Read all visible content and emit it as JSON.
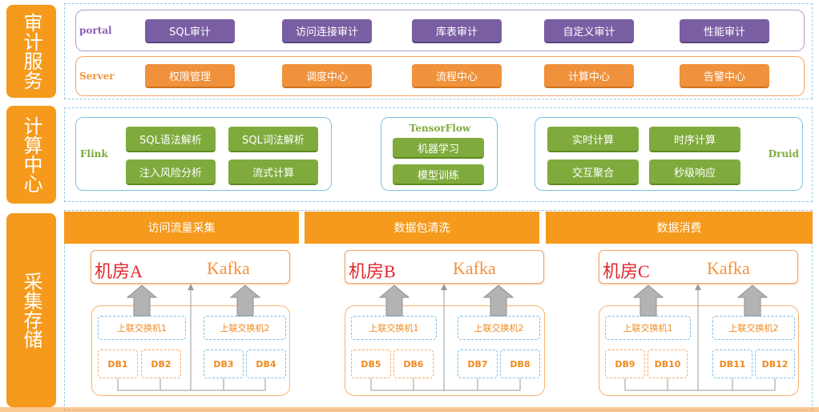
{
  "sections": {
    "audit": "审计服务",
    "compute": "计算中心",
    "collect": "采集存储"
  },
  "portal": {
    "label": "portal",
    "buttons": [
      "SQL审计",
      "访问连接审计",
      "库表审计",
      "自定义审计",
      "性能审计"
    ]
  },
  "server": {
    "label": "Server",
    "buttons": [
      "权限管理",
      "调度中心",
      "流程中心",
      "计算中心",
      "告警中心"
    ]
  },
  "flink": {
    "label": "Flink",
    "buttons": [
      "SQL语法解析",
      "SQL词法解析",
      "注入风险分析",
      "流式计算"
    ]
  },
  "tensorflow": {
    "label": "TensorFlow",
    "buttons": [
      "机器学习",
      "模型训练"
    ]
  },
  "druid": {
    "label": "Druid",
    "buttons": [
      "实时计算",
      "时序计算",
      "交互聚合",
      "秒级响应"
    ]
  },
  "pipeline": [
    "访问流量采集",
    "数据包清洗",
    "数据消费"
  ],
  "rooms": [
    {
      "name": "机房A",
      "kafka": "Kafka",
      "switches": [
        "上联交换机1",
        "上联交换机2"
      ],
      "dbs": [
        "DB1",
        "DB2",
        "DB3",
        "DB4"
      ]
    },
    {
      "name": "机房B",
      "kafka": "Kafka",
      "switches": [
        "上联交换机1",
        "上联交换机2"
      ],
      "dbs": [
        "DB5",
        "DB6",
        "DB7",
        "DB8"
      ]
    },
    {
      "name": "机房C",
      "kafka": "Kafka",
      "switches": [
        "上联交换机1",
        "上联交换机2"
      ],
      "dbs": [
        "DB9",
        "DB10",
        "DB11",
        "DB12"
      ]
    }
  ],
  "colors": {
    "accent_orange": "#f59a1c",
    "purple": "#7a5ea3",
    "green": "#7fab3d",
    "room_red": "#e0262b"
  }
}
